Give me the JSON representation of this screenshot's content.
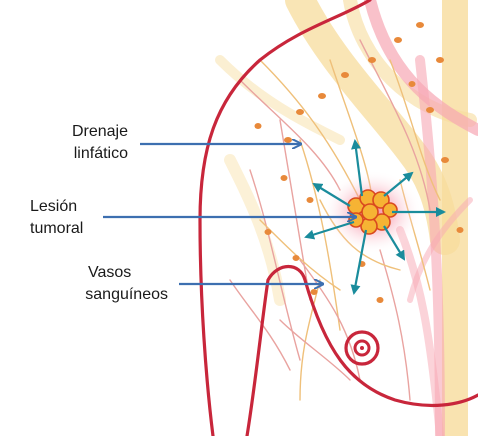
{
  "labels": {
    "lymph_line1": "Drenaje",
    "lymph_line2": "linfático",
    "lesion_line1": "Lesión",
    "lesion_line2": "tumoral",
    "vessels_line1": "Vasos",
    "vessels_line2": "sanguíneos"
  },
  "colors": {
    "outline": "#c8263b",
    "arrow": "#3d6fb0",
    "spread_arrow": "#1a8c9c",
    "tumor": "#f6b334",
    "tumor_glow": "#f05a78",
    "lymph": "#f3d089",
    "vessel": "#f39aa8",
    "node": "#e8893a"
  }
}
